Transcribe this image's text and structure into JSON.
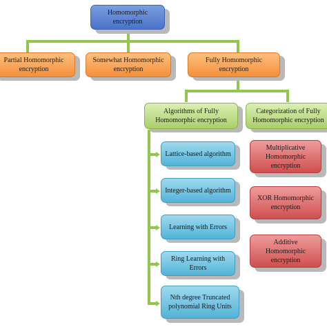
{
  "root": {
    "label": "Homomorphic encryption"
  },
  "types": [
    {
      "label": "Partial Homomorphic encryption"
    },
    {
      "label": "Somewhat Homomorphic encryption"
    },
    {
      "label": "Fully Homomorphic encryption"
    }
  ],
  "fully": {
    "algorithms": {
      "label": "Algorithms of Fully Homomorphic encryption",
      "items": [
        {
          "label": "Lattice-based algorithm"
        },
        {
          "label": "Integer-based algorithm"
        },
        {
          "label": "Learning with Errors"
        },
        {
          "label": "Ring Learning with Errors"
        },
        {
          "label": "Nth degree Truncated polynomial Ring Units"
        }
      ]
    },
    "categorization": {
      "label": "Categorization of Fully Homomorphic encryption",
      "items": [
        {
          "label": "Multiplicative Homomorphic encryption"
        },
        {
          "label": "XOR Homomorphic encryption"
        },
        {
          "label": "Additive Homomorphic encryption"
        }
      ]
    }
  },
  "colors": {
    "root": "#5b86d6",
    "types": "#f6a04d",
    "groups": "#bfe08a",
    "algorithms": "#6cc4e4",
    "categorization": "#dc6a6a",
    "connector": "#92c74e"
  }
}
